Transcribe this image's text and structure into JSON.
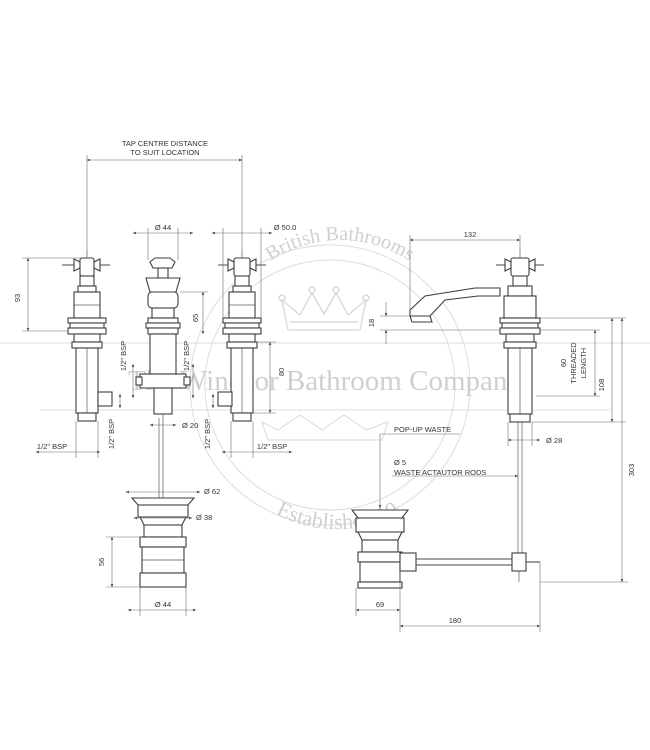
{
  "watermark": {
    "top_arc": "British Bathrooms",
    "middle": "The Windsor Bathroom Company",
    "bottom_arc": "Established 19"
  },
  "labels": {
    "tap_centre": "TAP CENTRE DISTANCE",
    "to_suit": "TO SUIT LOCATION",
    "dia_44_top": "Ø 44",
    "dia_50": "Ø 50.0",
    "d_93": "93",
    "d_65": "65",
    "d_80": "80",
    "bsp_left_v": "1/2\" BSP",
    "bsp_right_v": "1/2\" BSP",
    "bsp_left_low_v": "1/2\" BSP",
    "bsp_right_low_v": "1/2\" BSP",
    "bsp_left_h": "1/2\" BSP",
    "bsp_right_h": "1/2\" BSP",
    "dia_20": "Ø 20",
    "dia_62": "Ø 62",
    "dia_38": "Ø 38",
    "d_56": "56",
    "dia_44_bottom": "Ø 44",
    "d_132": "132",
    "d_18": "18",
    "d_60": "60",
    "threaded": "THREADED",
    "length": "LENGTH",
    "d_108": "108",
    "dia_28": "Ø 28",
    "popup": "POP-UP WASTE",
    "dia_5": "Ø 5",
    "rods": "WASTE ACTAUTOR RODS",
    "d_303": "303",
    "d_69": "69",
    "d_180": "180"
  }
}
